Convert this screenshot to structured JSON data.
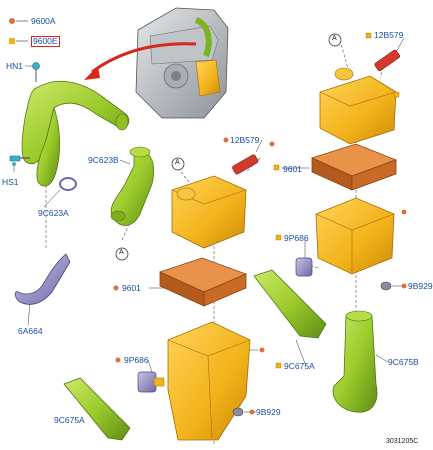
{
  "legend": {
    "circle_code": "9600A",
    "square_code": "9600E",
    "circle_color": "#e0703a",
    "square_color": "#f2b21a"
  },
  "callouts": {
    "hn1": "HN1",
    "hs1": "HS1",
    "hose_9c623a": "9C623A",
    "hose_9c623b": "9C623B",
    "hose_6a664": "6A664",
    "a_mid": "A",
    "a_left": "A",
    "a_right": "A",
    "sensor_mid": "12B579",
    "sensor_right": "12B579",
    "filter_mid": "9601",
    "filter_right": "9601",
    "valve_mid": "9P686",
    "valve_right": "9P686",
    "grommet_mid": "9B929",
    "grommet_right": "9B929",
    "duct_mid": "9C675A",
    "duct_right": "9C675A",
    "duct_9c675b": "9C675B"
  },
  "figure_id": "3031205C",
  "colors": {
    "label": "#1a4fa0",
    "green_part": "#9ccc2c",
    "yellow_part": "#f2b21a",
    "filter": "#d97a2a",
    "sensor": "#d33a2c",
    "arrow": "#d8261c"
  }
}
